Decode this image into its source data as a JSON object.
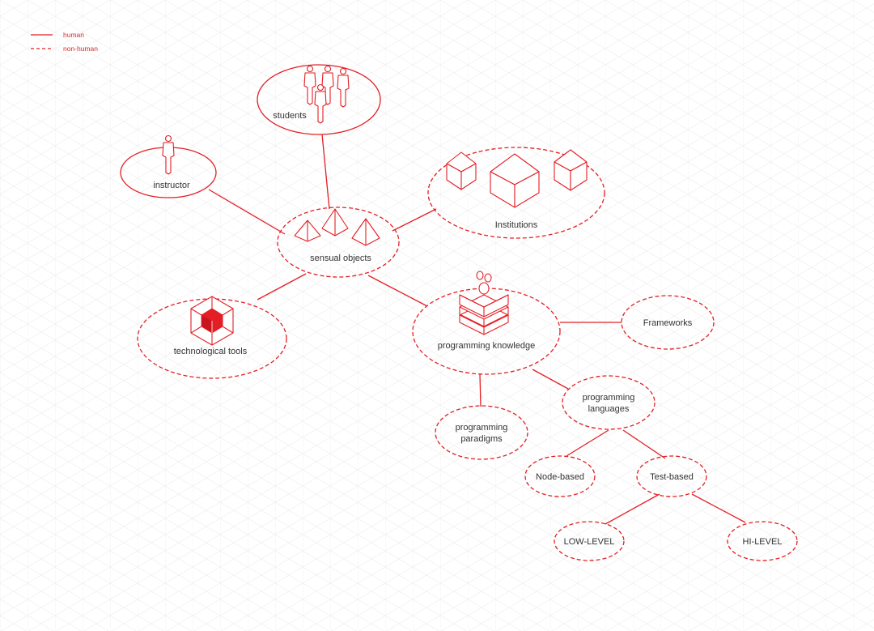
{
  "legend": {
    "human": "human",
    "non_human": "non-human"
  },
  "nodes": {
    "students": "students",
    "instructor": "instructor",
    "institutions": "Institutions",
    "sensual_objects": "sensual objects",
    "technological_tools": "technological tools",
    "programming_knowledge": "programming knowledge",
    "frameworks": "Frameworks",
    "programming_languages": [
      "programming",
      "languages"
    ],
    "programming_paradigms": [
      "programming",
      "paradigms"
    ],
    "node_based": "Node-based",
    "test_based": "Test-based",
    "low_level": "LOW-LEVEL",
    "hi_level": "HI-LEVEL"
  },
  "colors": {
    "accent": "#e31e24",
    "text": "#333333",
    "grid": "#ececec"
  },
  "icons": {
    "students": "people-group-icon",
    "instructor": "person-icon",
    "institutions": "house-icons",
    "sensual_objects": "pyramid-icons",
    "technological_tools": "cube-icon",
    "programming_knowledge": "stacked-layers-icon"
  }
}
